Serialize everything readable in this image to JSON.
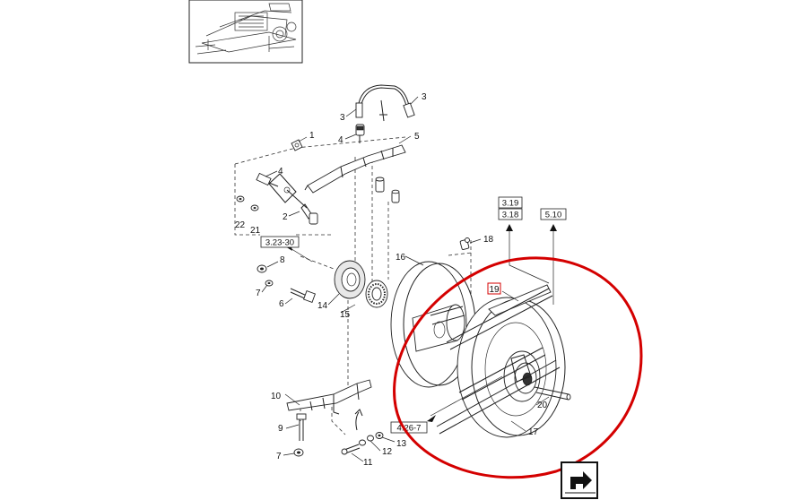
{
  "callouts": {
    "c1": "1",
    "c2": "2",
    "c3a": "3",
    "c3b": "3",
    "c4a": "4",
    "c4b": "4",
    "c5": "5",
    "c6": "6",
    "c7a": "7",
    "c7b": "7",
    "c8": "8",
    "c9": "9",
    "c10": "10",
    "c11": "11",
    "c12": "12",
    "c13": "13",
    "c14": "14",
    "c15": "15",
    "c16": "16",
    "c17": "17",
    "c18": "18",
    "c19": "19",
    "c20": "20",
    "c21": "21",
    "c22": "22"
  },
  "refs": {
    "r319": "3.19",
    "r318": "3.18",
    "r510": "5.10",
    "r323": "3.23-30",
    "r426": "4.26-7"
  },
  "annotation": {
    "color": "#d40000"
  },
  "nav_icon": "next-page-icon"
}
